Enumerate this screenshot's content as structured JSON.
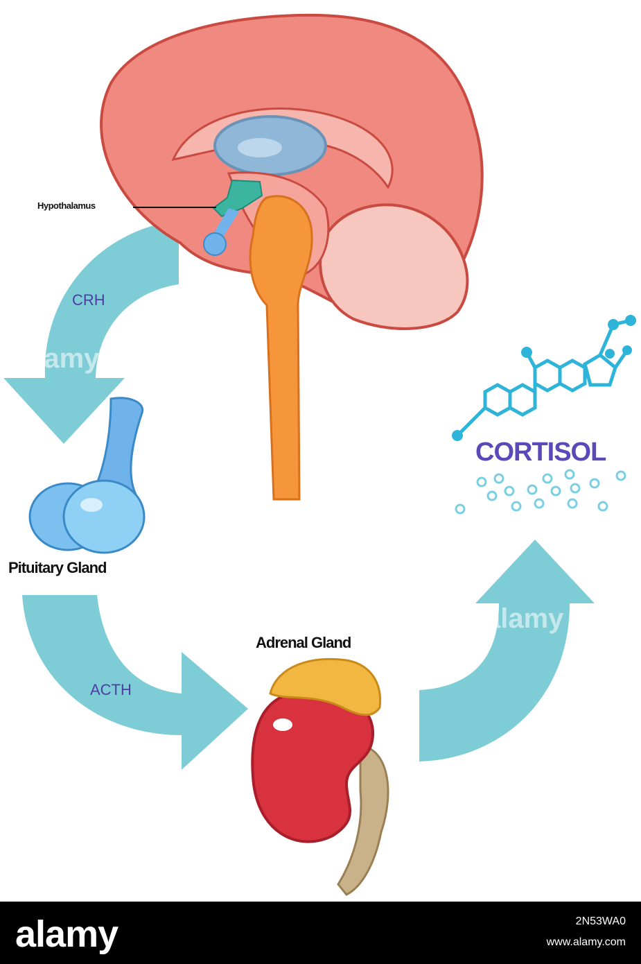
{
  "labels": {
    "hypothalamus": "Hypothalamus",
    "pituitary": "Pituitary Gland",
    "adrenal": "Adrenal Gland",
    "crh": "CRH",
    "acth": "ACTH",
    "cortisol": "CORTISOL"
  },
  "colors": {
    "brain": "#f08a80",
    "brain_outline": "#c94a40",
    "ventricle": "#8fb7d8",
    "hypothalamus": "#3bb5a0",
    "brainstem": "#f5963a",
    "pituitary": "#6fb3ea",
    "arrow": "#7ecdd6",
    "kidney": "#d8323e",
    "adrenal": "#f2b740",
    "ureter": "#c9b28a",
    "molecule": "#2db4d8",
    "text_hormone": "#4a3fa0",
    "cortisol_text": "#5a49b6"
  },
  "watermark": {
    "mark": "alamy",
    "footer_logo": "alamy",
    "image_id": "2N53WA0",
    "site": "www.alamy.com"
  }
}
